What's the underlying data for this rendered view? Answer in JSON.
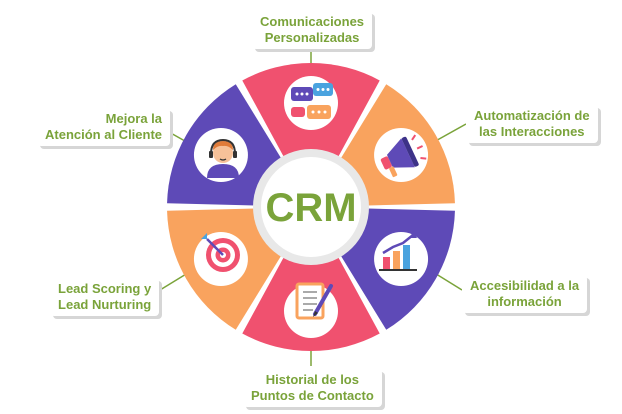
{
  "center": {
    "label": "CRM"
  },
  "colors": {
    "pink": "#f0516f",
    "orange": "#f9a35e",
    "purple": "#5e4ab7",
    "accent": "#7aa33a",
    "ring": "#e8e8e8",
    "connector": "#7aa33a"
  },
  "segments": [
    {
      "key": "comunicaciones",
      "line1": "Comunicaciones",
      "line2": "Personalizadas",
      "icon": "chat-bubbles-icon"
    },
    {
      "key": "automatizacion",
      "line1": "Automatización de",
      "line2": "las Interacciones",
      "icon": "megaphone-icon"
    },
    {
      "key": "accesibilidad",
      "line1": "Accesibilidad a la",
      "line2": "información",
      "icon": "growth-chart-icon"
    },
    {
      "key": "historial",
      "line1": "Historial de los",
      "line2": "Puntos de Contacto",
      "icon": "document-pen-icon"
    },
    {
      "key": "lead",
      "line1": "Lead Scoring y",
      "line2": "Lead Nurturing",
      "icon": "target-icon"
    },
    {
      "key": "mejora",
      "line1": "Mejora la",
      "line2": "Atención al Cliente",
      "icon": "customer-support-icon"
    }
  ]
}
